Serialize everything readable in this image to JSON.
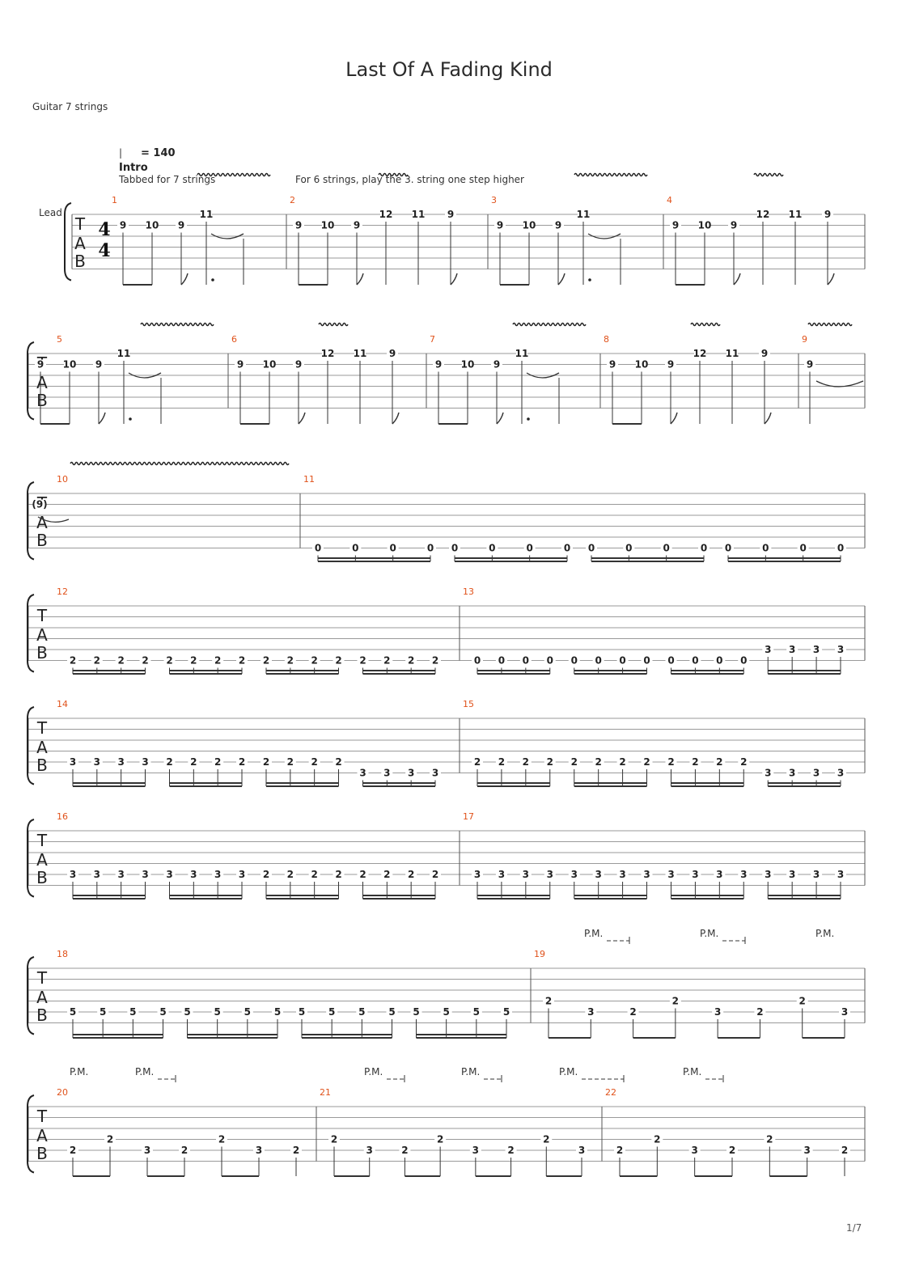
{
  "title": "Last Of A Fading Kind",
  "instrument": "Guitar 7 strings",
  "page": "1/7",
  "tempo": "= 140",
  "section": "Intro",
  "track": "Lead",
  "tab_letters": [
    "T",
    "A",
    "B"
  ],
  "time_signature": [
    "4",
    "4"
  ],
  "notes_text": [
    "Tabbed for 7 strings",
    "For 6 strings, play the 3. string one step higher"
  ],
  "pm_label": "P.M.",
  "tie_note": "(9)",
  "systems": [
    {
      "bars": [
        {
          "n": "1",
          "notes": [
            [
              "9",
              2
            ],
            [
              "10",
              2
            ],
            [
              "9",
              2
            ],
            [
              "11",
              1
            ]
          ]
        },
        {
          "n": "2",
          "notes": [
            [
              "9",
              2
            ],
            [
              "10",
              2
            ],
            [
              "9",
              2
            ],
            [
              "12",
              1
            ],
            [
              "11",
              1
            ],
            [
              "9",
              1
            ]
          ]
        },
        {
          "n": "3",
          "notes": [
            [
              "9",
              2
            ],
            [
              "10",
              2
            ],
            [
              "9",
              2
            ],
            [
              "11",
              1
            ]
          ]
        },
        {
          "n": "4",
          "notes": [
            [
              "9",
              2
            ],
            [
              "10",
              2
            ],
            [
              "9",
              2
            ],
            [
              "12",
              1
            ],
            [
              "11",
              1
            ],
            [
              "9",
              1
            ]
          ]
        }
      ]
    },
    {
      "bars": [
        {
          "n": "5",
          "notes": [
            [
              "9",
              2
            ],
            [
              "10",
              2
            ],
            [
              "9",
              2
            ],
            [
              "11",
              1
            ]
          ]
        },
        {
          "n": "6",
          "notes": [
            [
              "9",
              2
            ],
            [
              "10",
              2
            ],
            [
              "9",
              2
            ],
            [
              "12",
              1
            ],
            [
              "11",
              1
            ],
            [
              "9",
              1
            ]
          ]
        },
        {
          "n": "7",
          "notes": [
            [
              "9",
              2
            ],
            [
              "10",
              2
            ],
            [
              "9",
              2
            ],
            [
              "11",
              1
            ]
          ]
        },
        {
          "n": "8",
          "notes": [
            [
              "9",
              2
            ],
            [
              "10",
              2
            ],
            [
              "9",
              2
            ],
            [
              "12",
              1
            ],
            [
              "11",
              1
            ],
            [
              "9",
              1
            ]
          ]
        },
        {
          "n": "9",
          "notes": [
            [
              "9",
              2
            ]
          ]
        }
      ]
    },
    {
      "bars": [
        {
          "n": "10",
          "notes": [
            [
              "(9)",
              2
            ]
          ]
        },
        {
          "n": "11",
          "notes": [
            [
              "0",
              6
            ],
            [
              "0",
              6
            ],
            [
              "0",
              6
            ],
            [
              "0",
              6
            ],
            [
              "0",
              6
            ],
            [
              "0",
              6
            ],
            [
              "0",
              6
            ],
            [
              "0",
              6
            ],
            [
              "0",
              6
            ],
            [
              "0",
              6
            ],
            [
              "0",
              6
            ],
            [
              "0",
              6
            ],
            [
              "0",
              6
            ],
            [
              "0",
              6
            ],
            [
              "0",
              6
            ],
            [
              "0",
              6
            ]
          ]
        }
      ]
    },
    {
      "bars": [
        {
          "n": "12",
          "notes": [
            [
              "2",
              6
            ],
            [
              "2",
              6
            ],
            [
              "2",
              6
            ],
            [
              "2",
              6
            ],
            [
              "2",
              6
            ],
            [
              "2",
              6
            ],
            [
              "2",
              6
            ],
            [
              "2",
              6
            ],
            [
              "2",
              6
            ],
            [
              "2",
              6
            ],
            [
              "2",
              6
            ],
            [
              "2",
              6
            ],
            [
              "2",
              6
            ],
            [
              "2",
              6
            ],
            [
              "2",
              6
            ],
            [
              "2",
              6
            ]
          ]
        },
        {
          "n": "13",
          "notes": [
            [
              "0",
              6
            ],
            [
              "0",
              6
            ],
            [
              "0",
              6
            ],
            [
              "0",
              6
            ],
            [
              "0",
              6
            ],
            [
              "0",
              6
            ],
            [
              "0",
              6
            ],
            [
              "0",
              6
            ],
            [
              "0",
              6
            ],
            [
              "0",
              6
            ],
            [
              "0",
              6
            ],
            [
              "0",
              6
            ],
            [
              "3",
              5
            ],
            [
              "3",
              5
            ],
            [
              "3",
              5
            ],
            [
              "3",
              5
            ]
          ]
        }
      ]
    },
    {
      "bars": [
        {
          "n": "14",
          "notes": [
            [
              "3",
              5
            ],
            [
              "3",
              5
            ],
            [
              "3",
              5
            ],
            [
              "3",
              5
            ],
            [
              "2",
              5
            ],
            [
              "2",
              5
            ],
            [
              "2",
              5
            ],
            [
              "2",
              5
            ],
            [
              "2",
              5
            ],
            [
              "2",
              5
            ],
            [
              "2",
              5
            ],
            [
              "2",
              5
            ],
            [
              "3",
              6
            ],
            [
              "3",
              6
            ],
            [
              "3",
              6
            ],
            [
              "3",
              6
            ]
          ]
        },
        {
          "n": "15",
          "notes": [
            [
              "2",
              5
            ],
            [
              "2",
              5
            ],
            [
              "2",
              5
            ],
            [
              "2",
              5
            ],
            [
              "2",
              5
            ],
            [
              "2",
              5
            ],
            [
              "2",
              5
            ],
            [
              "2",
              5
            ],
            [
              "2",
              5
            ],
            [
              "2",
              5
            ],
            [
              "2",
              5
            ],
            [
              "2",
              5
            ],
            [
              "3",
              6
            ],
            [
              "3",
              6
            ],
            [
              "3",
              6
            ],
            [
              "3",
              6
            ]
          ]
        }
      ]
    },
    {
      "bars": [
        {
          "n": "16",
          "notes": [
            [
              "3",
              5
            ],
            [
              "3",
              5
            ],
            [
              "3",
              5
            ],
            [
              "3",
              5
            ],
            [
              "3",
              5
            ],
            [
              "3",
              5
            ],
            [
              "3",
              5
            ],
            [
              "3",
              5
            ],
            [
              "2",
              5
            ],
            [
              "2",
              5
            ],
            [
              "2",
              5
            ],
            [
              "2",
              5
            ],
            [
              "2",
              5
            ],
            [
              "2",
              5
            ],
            [
              "2",
              5
            ],
            [
              "2",
              5
            ]
          ]
        },
        {
          "n": "17",
          "notes": [
            [
              "3",
              5
            ],
            [
              "3",
              5
            ],
            [
              "3",
              5
            ],
            [
              "3",
              5
            ],
            [
              "3",
              5
            ],
            [
              "3",
              5
            ],
            [
              "3",
              5
            ],
            [
              "3",
              5
            ],
            [
              "3",
              5
            ],
            [
              "3",
              5
            ],
            [
              "3",
              5
            ],
            [
              "3",
              5
            ],
            [
              "3",
              5
            ],
            [
              "3",
              5
            ],
            [
              "3",
              5
            ],
            [
              "3",
              5
            ]
          ]
        }
      ]
    },
    {
      "bars": [
        {
          "n": "18",
          "notes": [
            [
              "5",
              5
            ],
            [
              "5",
              5
            ],
            [
              "5",
              5
            ],
            [
              "5",
              5
            ],
            [
              "5",
              5
            ],
            [
              "5",
              5
            ],
            [
              "5",
              5
            ],
            [
              "5",
              5
            ],
            [
              "5",
              5
            ],
            [
              "5",
              5
            ],
            [
              "5",
              5
            ],
            [
              "5",
              5
            ],
            [
              "5",
              5
            ],
            [
              "5",
              5
            ],
            [
              "5",
              5
            ],
            [
              "5",
              5
            ]
          ]
        },
        {
          "n": "19",
          "notes": [
            [
              "2",
              4
            ],
            [
              "3",
              5
            ],
            [
              "2",
              5
            ],
            [
              "2",
              4
            ],
            [
              "3",
              5
            ],
            [
              "2",
              5
            ],
            [
              "2",
              4
            ],
            [
              "3",
              5
            ]
          ]
        }
      ]
    },
    {
      "bars": [
        {
          "n": "20",
          "notes": [
            [
              "2",
              5
            ],
            [
              "2",
              4
            ],
            [
              "3",
              5
            ],
            [
              "2",
              5
            ],
            [
              "2",
              4
            ],
            [
              "3",
              5
            ],
            [
              "2",
              5
            ]
          ]
        },
        {
          "n": "21",
          "notes": [
            [
              "2",
              4
            ],
            [
              "3",
              5
            ],
            [
              "2",
              5
            ],
            [
              "2",
              4
            ],
            [
              "3",
              5
            ],
            [
              "2",
              5
            ],
            [
              "2",
              4
            ],
            [
              "3",
              5
            ]
          ]
        },
        {
          "n": "22",
          "notes": [
            [
              "2",
              5
            ],
            [
              "2",
              4
            ],
            [
              "3",
              5
            ],
            [
              "2",
              5
            ],
            [
              "2",
              4
            ],
            [
              "3",
              5
            ],
            [
              "2",
              5
            ]
          ]
        }
      ]
    }
  ]
}
